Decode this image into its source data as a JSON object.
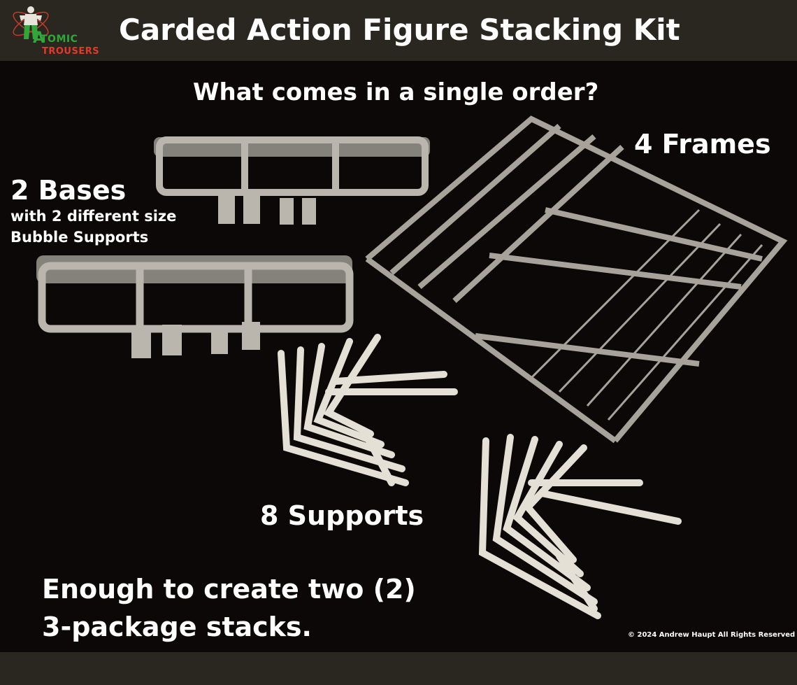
{
  "header": {
    "logo": {
      "letter": "A",
      "line1": "TOMIC",
      "line2": "TROUSERS"
    },
    "title": "Carded Action Figure Stacking Kit"
  },
  "main": {
    "subtitle": "What comes in a single order?",
    "frames_label": "4 Frames",
    "bases_label": "2 Bases",
    "bases_sub1": "with 2 different size",
    "bases_sub2": "Bubble Supports",
    "supports_label": "8 Supports",
    "summary_line1": "Enough to create two (2)",
    "summary_line2": "3-package stacks.",
    "copyright": "© 2024 Andrew Haupt All Rights Reserved"
  },
  "colors": {
    "background": "#0b0807",
    "band": "#2a2720",
    "text": "#ffffff",
    "parts": "#e9e4da",
    "logo_green": "#2fa83a",
    "logo_red": "#e23a2a"
  }
}
